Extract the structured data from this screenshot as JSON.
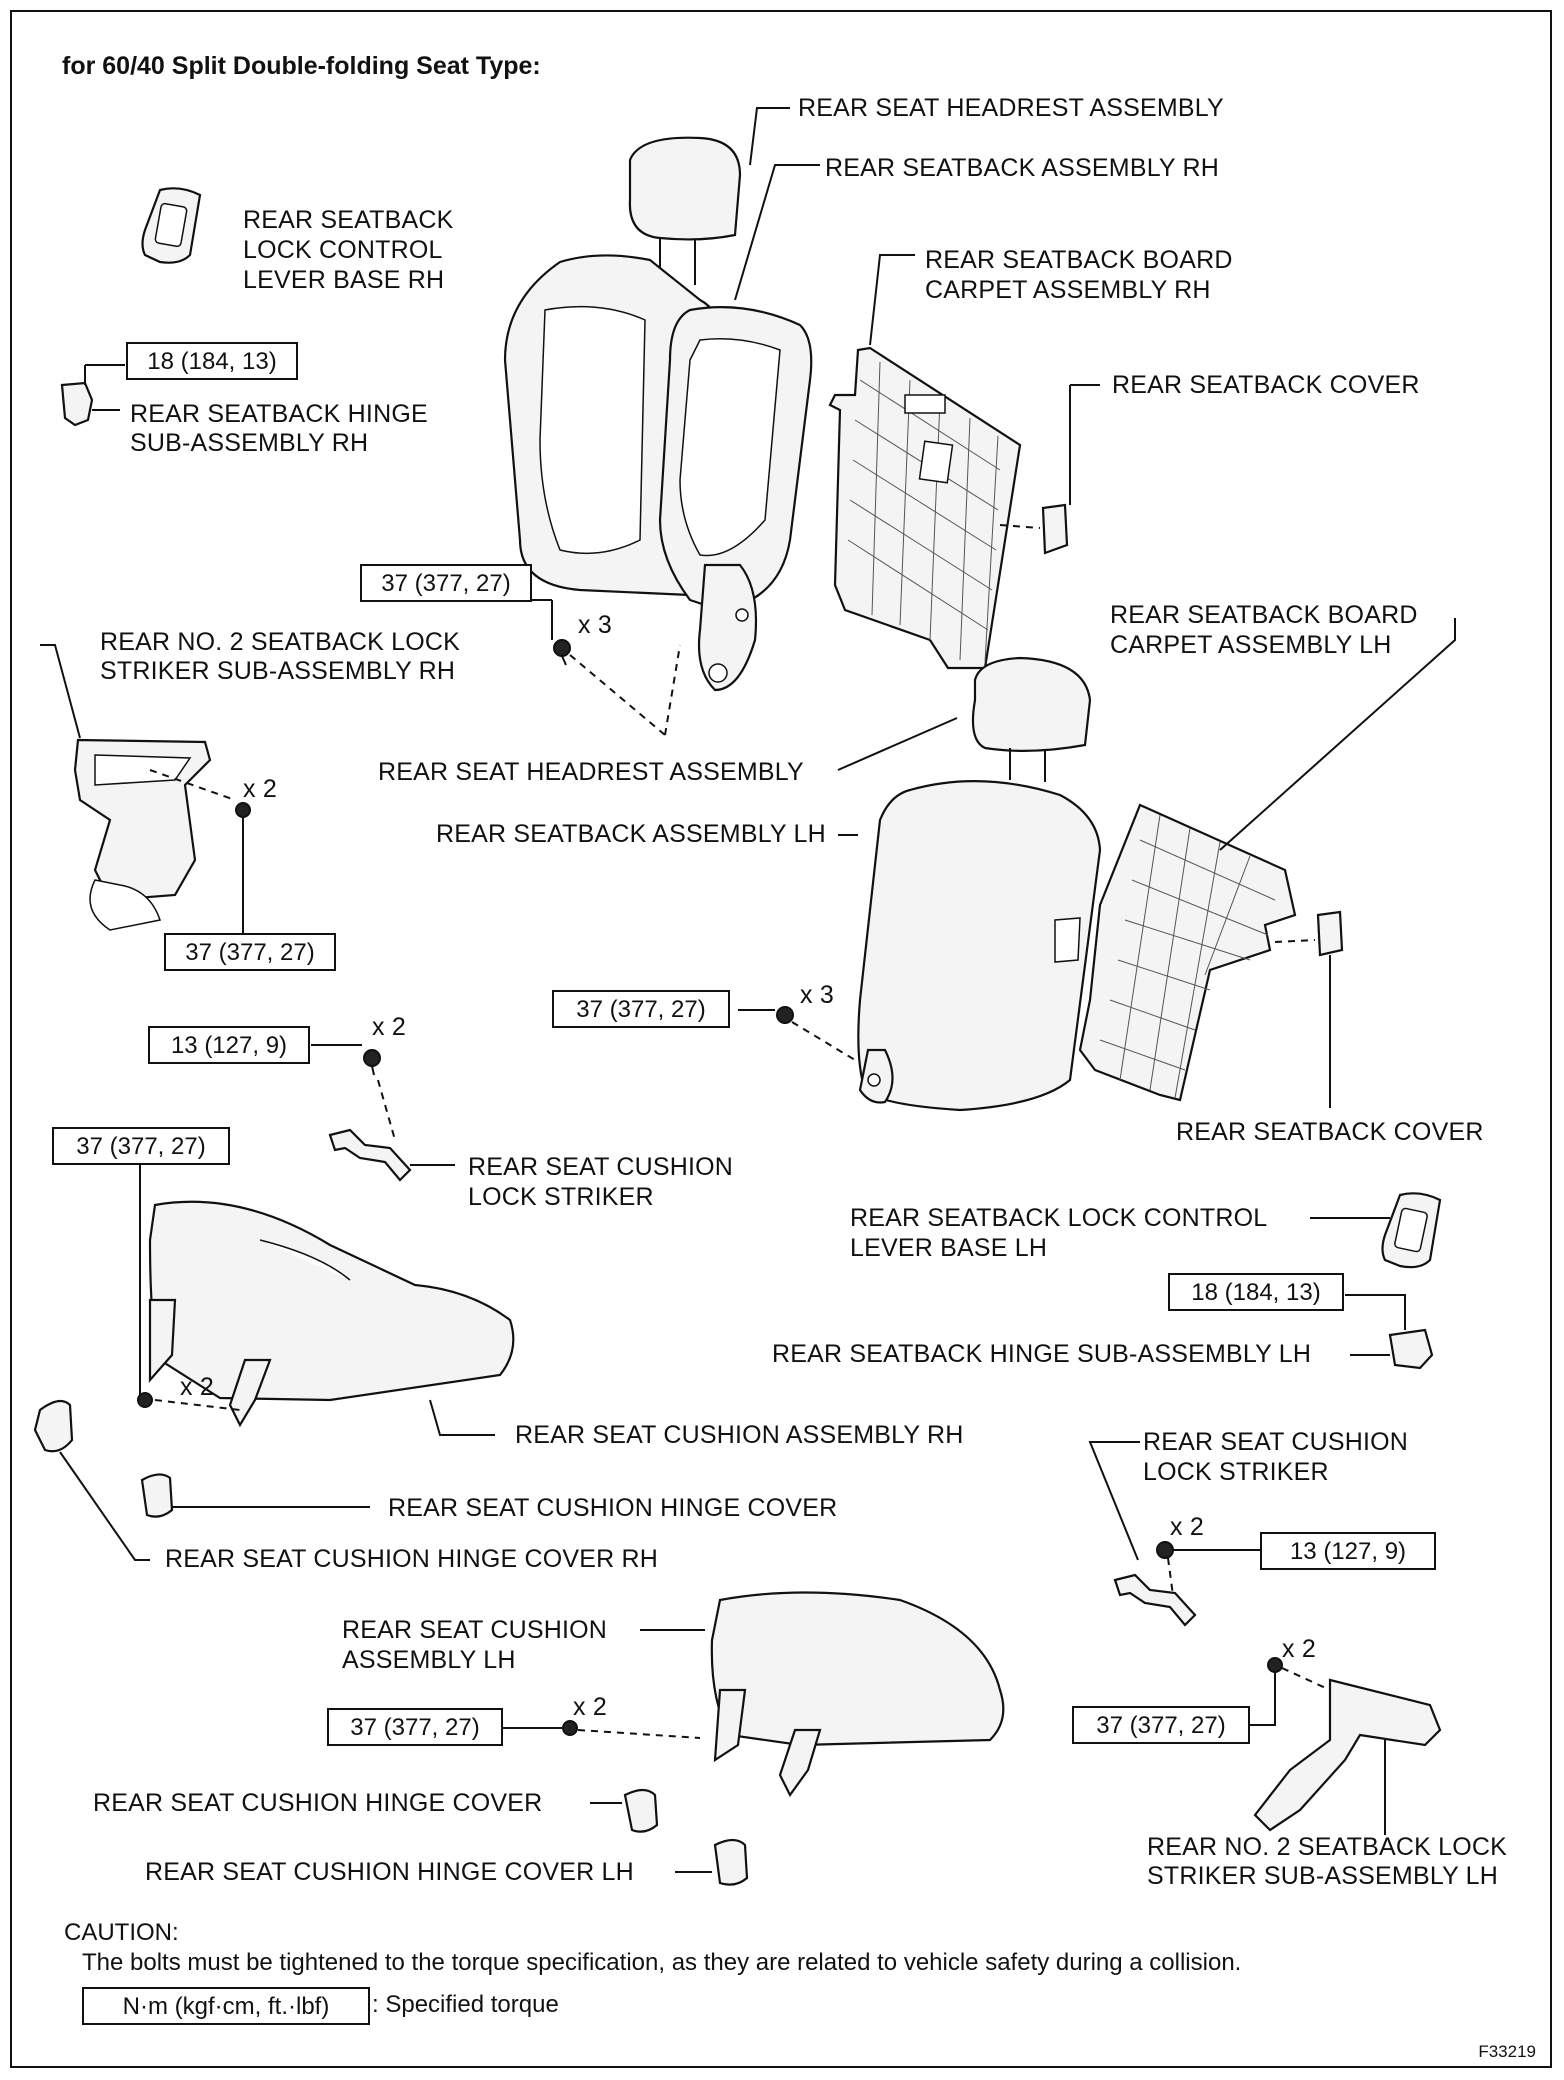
{
  "title": "for 60/40 Split Double-folding Seat Type:",
  "labels": {
    "headrest_rh": "REAR SEAT HEADREST ASSEMBLY",
    "seatback_rh": "REAR SEATBACK ASSEMBLY RH",
    "lever_base_rh": [
      "REAR SEATBACK",
      "LOCK CONTROL",
      "LEVER BASE RH"
    ],
    "board_carpet_rh": [
      "REAR SEATBACK BOARD",
      "CARPET ASSEMBLY RH"
    ],
    "hinge_rh": [
      "REAR SEATBACK HINGE",
      "SUB-ASSEMBLY RH"
    ],
    "seatback_cover_1": "REAR SEATBACK COVER",
    "board_carpet_lh": [
      "REAR SEATBACK BOARD",
      "CARPET ASSEMBLY LH"
    ],
    "striker_rh": [
      "REAR NO. 2 SEATBACK LOCK",
      "STRIKER SUB-ASSEMBLY RH"
    ],
    "headrest_lh": "REAR SEAT HEADREST ASSEMBLY",
    "seatback_lh": "REAR SEATBACK ASSEMBLY LH",
    "seatback_cover_2": "REAR SEATBACK COVER",
    "cushion_lock_striker_1": [
      "REAR SEAT CUSHION",
      "LOCK STRIKER"
    ],
    "lever_base_lh": [
      "REAR SEATBACK LOCK CONTROL",
      "LEVER BASE LH"
    ],
    "hinge_lh": "REAR SEATBACK HINGE SUB-ASSEMBLY LH",
    "cushion_rh": "REAR SEAT CUSHION ASSEMBLY RH",
    "cushion_lock_striker_2": [
      "REAR SEAT CUSHION",
      "LOCK STRIKER"
    ],
    "hinge_cover_1": "REAR SEAT CUSHION HINGE COVER",
    "hinge_cover_rh": "REAR SEAT CUSHION HINGE COVER RH",
    "cushion_lh": [
      "REAR SEAT CUSHION",
      "ASSEMBLY LH"
    ],
    "hinge_cover_2": "REAR SEAT CUSHION HINGE COVER",
    "hinge_cover_lh": "REAR SEAT CUSHION HINGE COVER LH",
    "striker_lh": [
      "REAR NO. 2 SEATBACK LOCK",
      "STRIKER SUB-ASSEMBLY LH"
    ]
  },
  "torques": {
    "t_hinge_rh": "18 (184, 13)",
    "t_seatback_rh": "37 (377, 27)",
    "t_striker_rh": "37 (377, 27)",
    "t_seatback_lh": "37 (377, 27)",
    "t_lock_striker_1": "13 (127, 9)",
    "t_cushion_rh": "37 (377, 27)",
    "t_hinge_lh": "18 (184, 13)",
    "t_lock_striker_2": "13 (127, 9)",
    "t_cushion_lh": "37 (377, 27)",
    "t_striker_lh": "37 (377, 27)"
  },
  "quantities": {
    "q_seatback_rh": "x 3",
    "q_striker_rh": "x 2",
    "q_seatback_lh": "x 3",
    "q_lock_striker_1": "x 2",
    "q_cushion_rh": "x 2",
    "q_lock_striker_2": "x 2",
    "q_cushion_lh": "x 2",
    "q_striker_lh": "x 2"
  },
  "caution": {
    "heading": "CAUTION:",
    "text": "The bolts must be tightened to the torque specification, as they are related to vehicle safety during a collision."
  },
  "legend": {
    "unit": "N·m (kgf·cm, ft.·lbf)",
    "meaning": ": Specified torque"
  },
  "figure_id": "F33219"
}
